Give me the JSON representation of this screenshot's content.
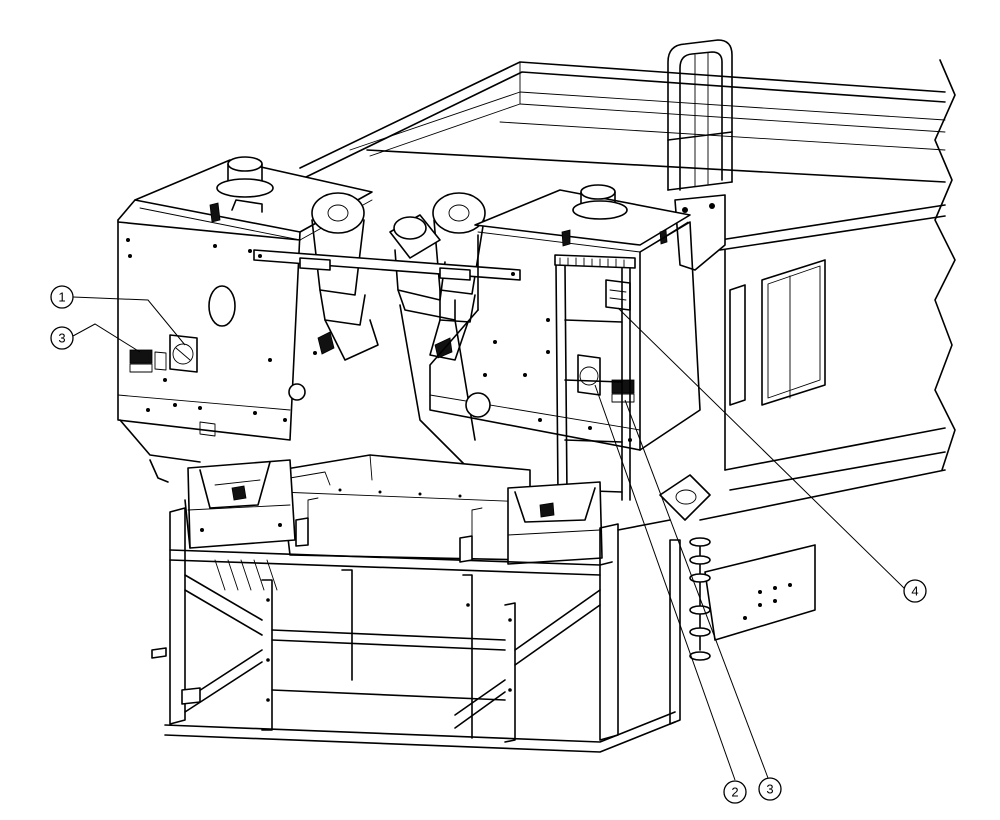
{
  "callouts": [
    {
      "id": "callout-1",
      "label": "1"
    },
    {
      "id": "callout-3-left",
      "label": "3"
    },
    {
      "id": "callout-4",
      "label": "4"
    },
    {
      "id": "callout-2",
      "label": "2"
    },
    {
      "id": "callout-3-bottom",
      "label": "3"
    }
  ]
}
